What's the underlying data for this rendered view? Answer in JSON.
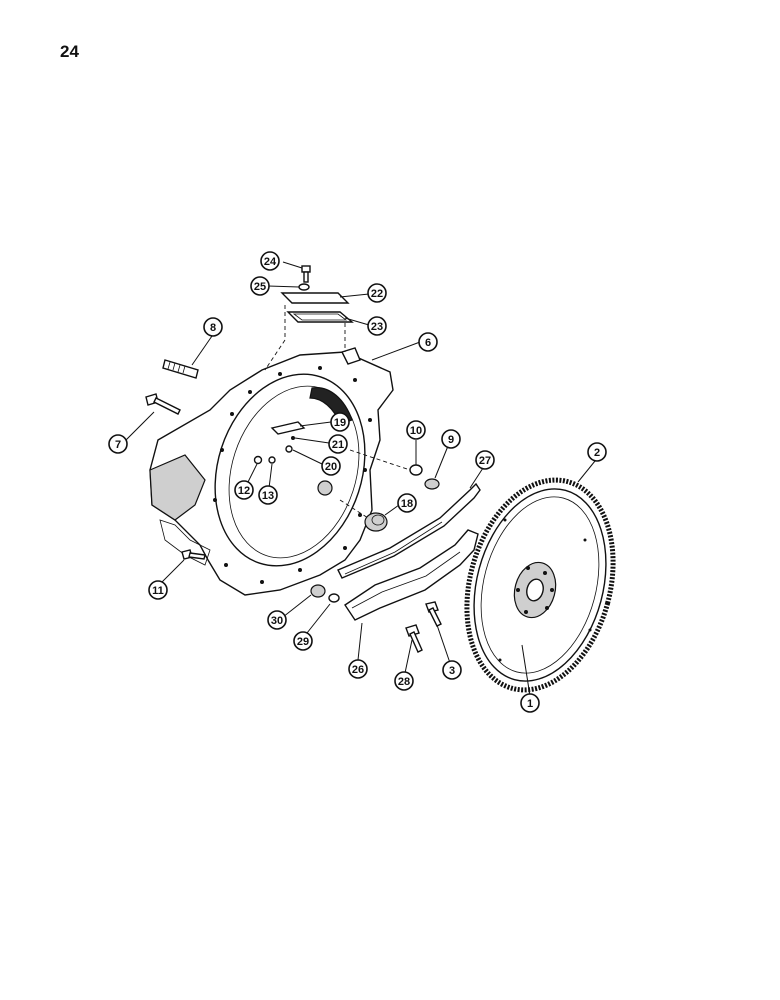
{
  "page": {
    "number": "24"
  },
  "callouts": [
    {
      "id": "1",
      "label": "1"
    },
    {
      "id": "2",
      "label": "2"
    },
    {
      "id": "3",
      "label": "3"
    },
    {
      "id": "6",
      "label": "6"
    },
    {
      "id": "7",
      "label": "7"
    },
    {
      "id": "8",
      "label": "8"
    },
    {
      "id": "9",
      "label": "9"
    },
    {
      "id": "10",
      "label": "10"
    },
    {
      "id": "11",
      "label": "11"
    },
    {
      "id": "12",
      "label": "12"
    },
    {
      "id": "13",
      "label": "13"
    },
    {
      "id": "18",
      "label": "18"
    },
    {
      "id": "19",
      "label": "19"
    },
    {
      "id": "20",
      "label": "20"
    },
    {
      "id": "21",
      "label": "21"
    },
    {
      "id": "22",
      "label": "22"
    },
    {
      "id": "23",
      "label": "23"
    },
    {
      "id": "24",
      "label": "24"
    },
    {
      "id": "25",
      "label": "25"
    },
    {
      "id": "26",
      "label": "26"
    },
    {
      "id": "27",
      "label": "27"
    },
    {
      "id": "28",
      "label": "28"
    },
    {
      "id": "29",
      "label": "29"
    },
    {
      "id": "30",
      "label": "30"
    }
  ]
}
